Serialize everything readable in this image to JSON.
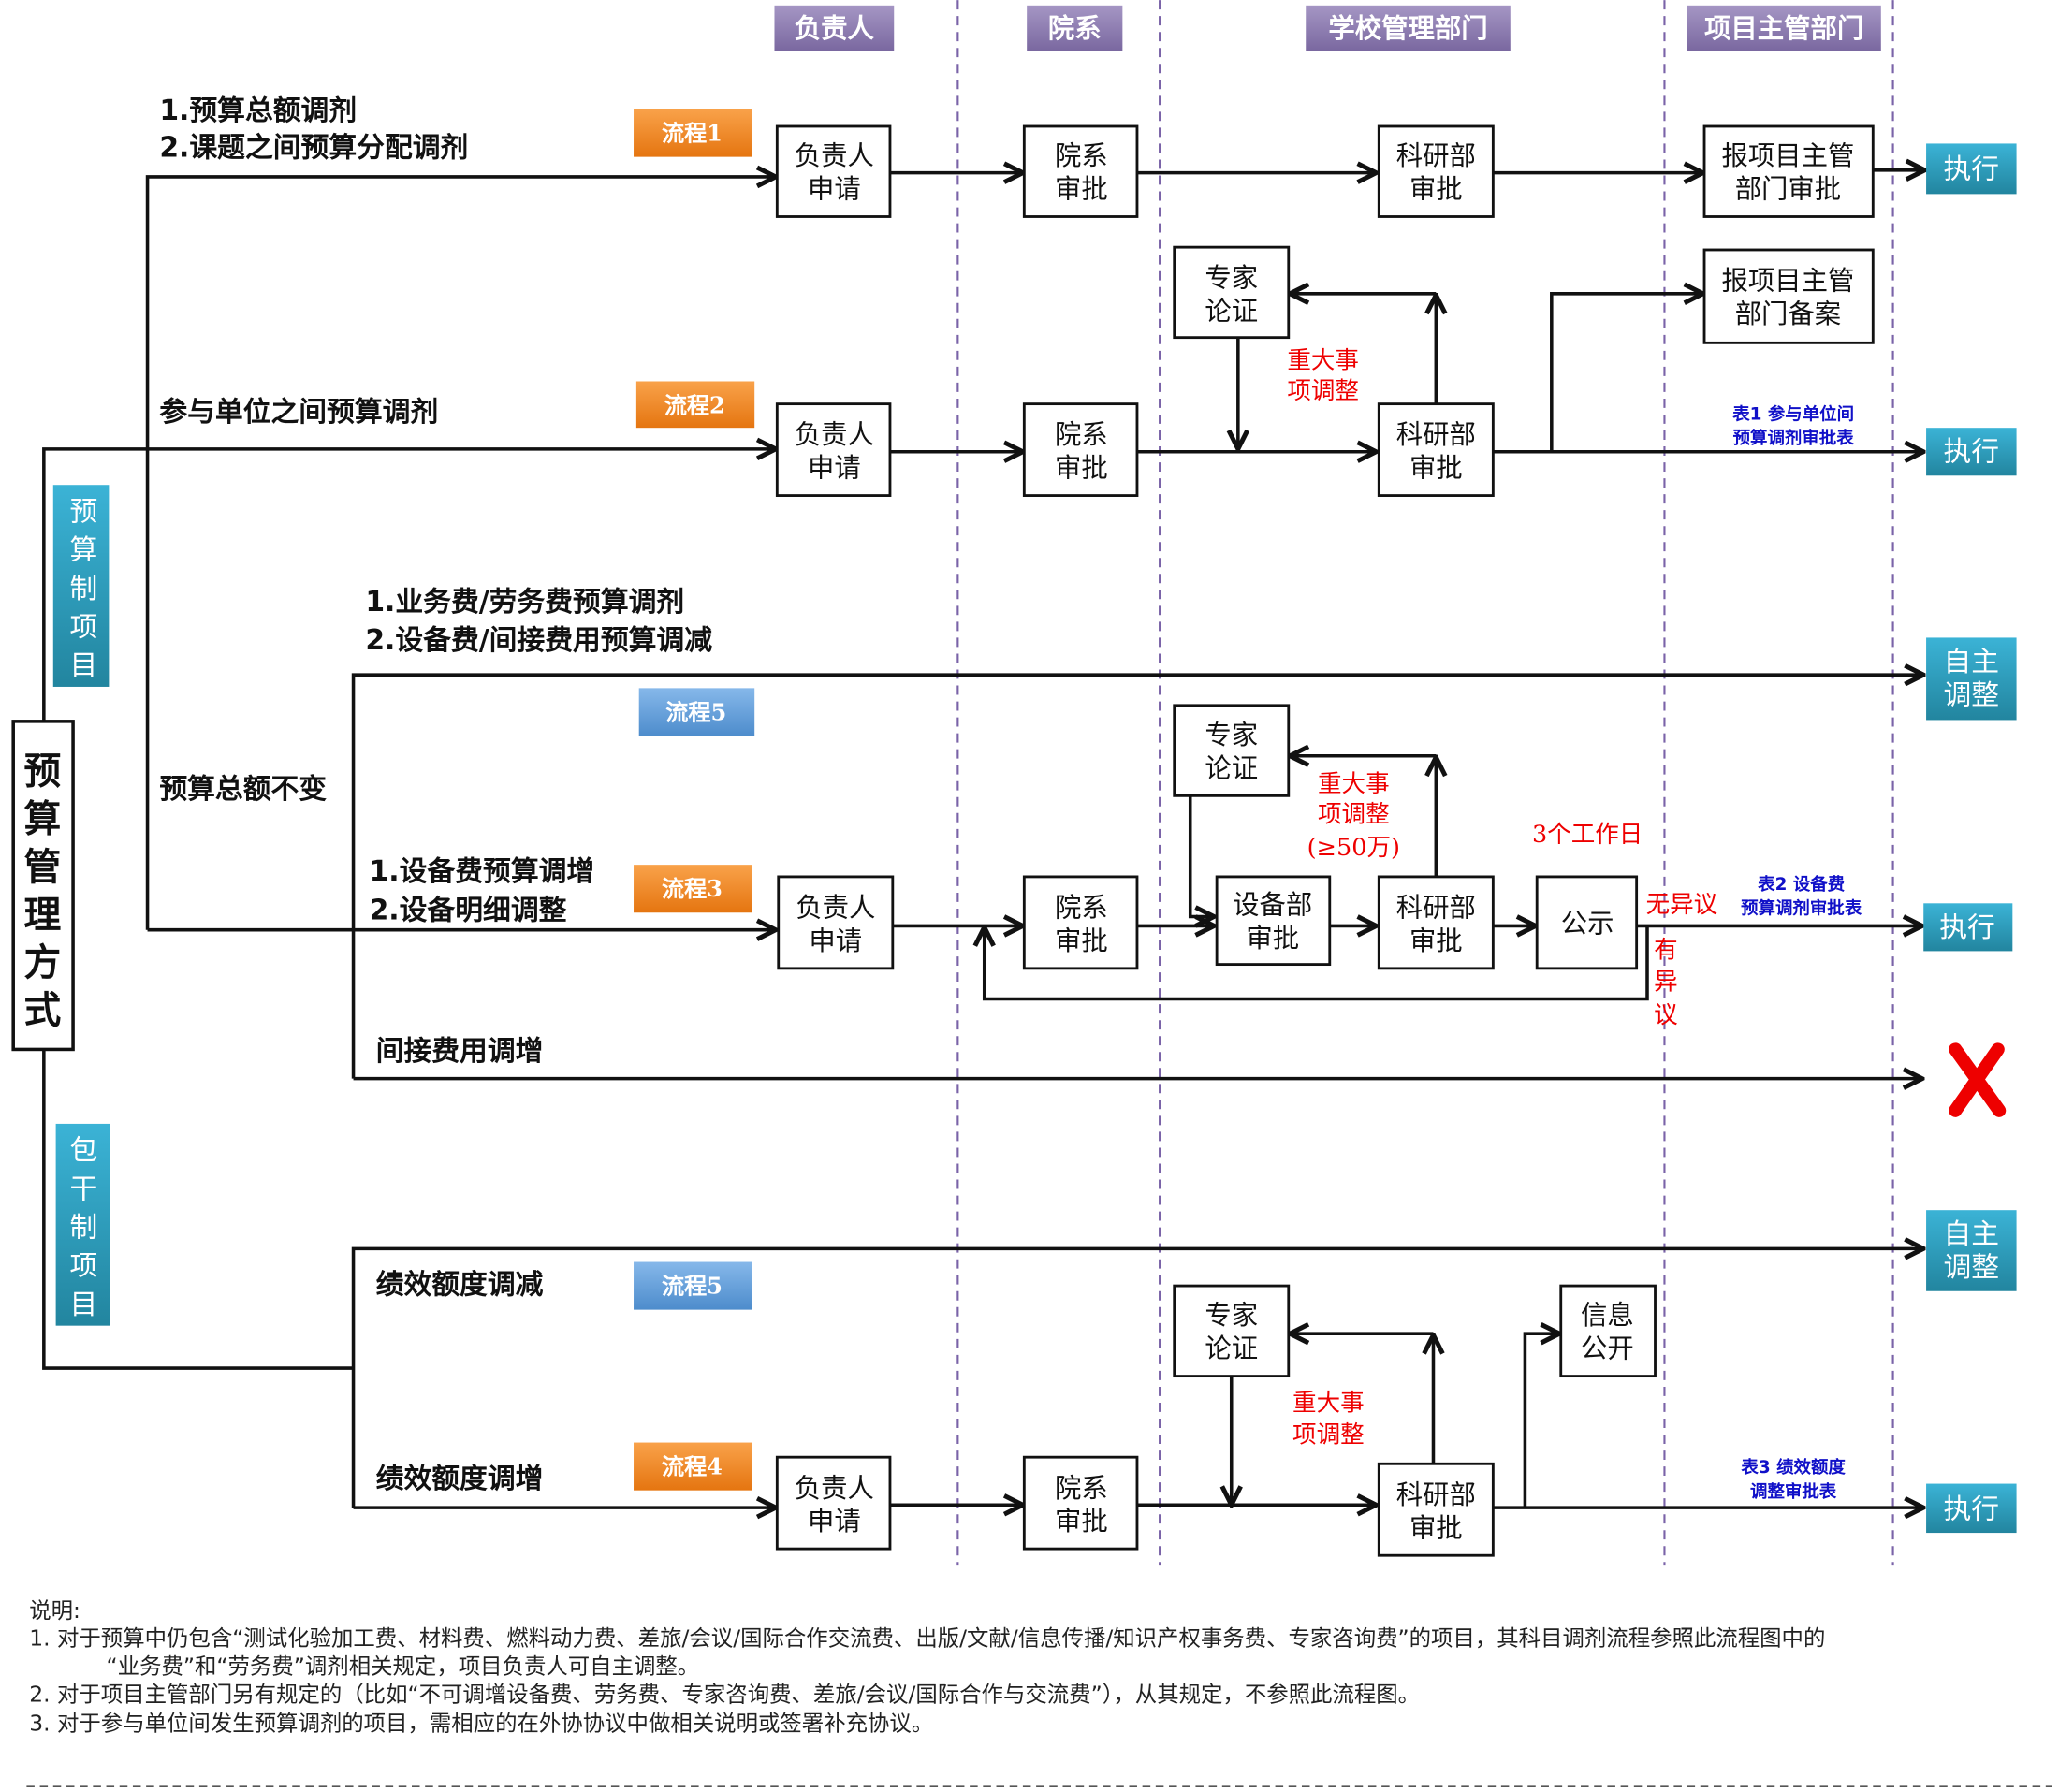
{
  "lanes": [
    "负责人",
    "院系",
    "学校管理部门",
    "项目主管部门"
  ],
  "left": {
    "main": [
      "预",
      "算",
      "管",
      "理",
      "方",
      "式"
    ],
    "budget": [
      "预",
      "算",
      "制",
      "项",
      "目"
    ],
    "lump": [
      "包",
      "干",
      "制",
      "项",
      "目"
    ]
  },
  "row1": {
    "title1": "1.预算总额调剂",
    "title2": "2.课题之间预算分配调剂",
    "tag": "流程1",
    "apply": [
      "负责人",
      "申请"
    ],
    "college": [
      "院系",
      "审批"
    ],
    "research": [
      "科研部",
      "审批"
    ],
    "report": [
      "报项目主管",
      "部门审批"
    ],
    "exec": "执行"
  },
  "row2": {
    "title": "参与单位之间预算调剂",
    "tag": "流程2",
    "apply": [
      "负责人",
      "申请"
    ],
    "college": [
      "院系",
      "审批"
    ],
    "research": [
      "科研部",
      "审批"
    ],
    "expert": [
      "专家",
      "论证"
    ],
    "major": [
      "重大事",
      "项调整"
    ],
    "file": [
      "报项目主管",
      "部门备案"
    ],
    "table": [
      "表1 参与单位间",
      "预算调剂审批表"
    ],
    "exec": "执行"
  },
  "row3": {
    "title1": "1.业务费/劳务费预算调剂",
    "title2": "2.设备费/间接费用预算调减",
    "tag": "流程5",
    "self": [
      "自主",
      "调整"
    ],
    "unchanged": "预算总额不变"
  },
  "row4": {
    "title1": "1.设备费预算调增",
    "title2": "2.设备明细调整",
    "tag": "流程3",
    "apply": [
      "负责人",
      "申请"
    ],
    "college": [
      "院系",
      "审批"
    ],
    "equip": [
      "设备部",
      "审批"
    ],
    "research": [
      "科研部",
      "审批"
    ],
    "publicity": "公示",
    "expert": [
      "专家",
      "论证"
    ],
    "major": [
      "重大事",
      "项调整",
      "(≥50万)"
    ],
    "days": "3个工作日",
    "no_obj": "无异议",
    "obj": [
      "有",
      "异",
      "议"
    ],
    "table": [
      "表2  设备费",
      "预算调剂审批表"
    ],
    "exec": "执行"
  },
  "row5": {
    "title": "间接费用调增"
  },
  "row6": {
    "title_dec": "绩效额度调减",
    "tag5": "流程5",
    "self": [
      "自主",
      "调整"
    ],
    "title_inc": "绩效额度调增",
    "tag4": "流程4",
    "apply": [
      "负责人",
      "申请"
    ],
    "college": [
      "院系",
      "审批"
    ],
    "research": [
      "科研部",
      "审批"
    ],
    "expert": [
      "专家",
      "论证"
    ],
    "major": [
      "重大事",
      "项调整"
    ],
    "info": [
      "信息",
      "公开"
    ],
    "table": [
      "表3  绩效额度",
      "调整审批表"
    ],
    "exec": "执行"
  },
  "notes": {
    "heading": "说明:",
    "n1a": "1.    对于预算中仍包含“测试化验加工费、材料费、燃料动力费、差旅/会议/国际合作交流费、出版/文献/信息传播/知识产权事务费、专家咨询费”的项目，其科目调剂流程参照此流程图中的",
    "n1b": "“业务费”和“劳务费”调剂相关规定，项目负责人可自主调整。",
    "n2": "2.    对于项目主管部门另有规定的（比如“不可调增设备费、劳务费、专家咨询费、差旅/会议/国际合作与交流费”），从其规定，不参照此流程图。",
    "n3": "3.    对于参与单位间发生预算调剂的项目，需相应的在外协协议中做相关说明或签署补充协议。"
  },
  "colors": {
    "lane_header": "#8e7cb0",
    "teal": "#2a9cbc",
    "orange": "#f08a1e",
    "blue_tag": "#5b9bd8",
    "red": "#e00000",
    "table_blue": "#1010c8"
  }
}
